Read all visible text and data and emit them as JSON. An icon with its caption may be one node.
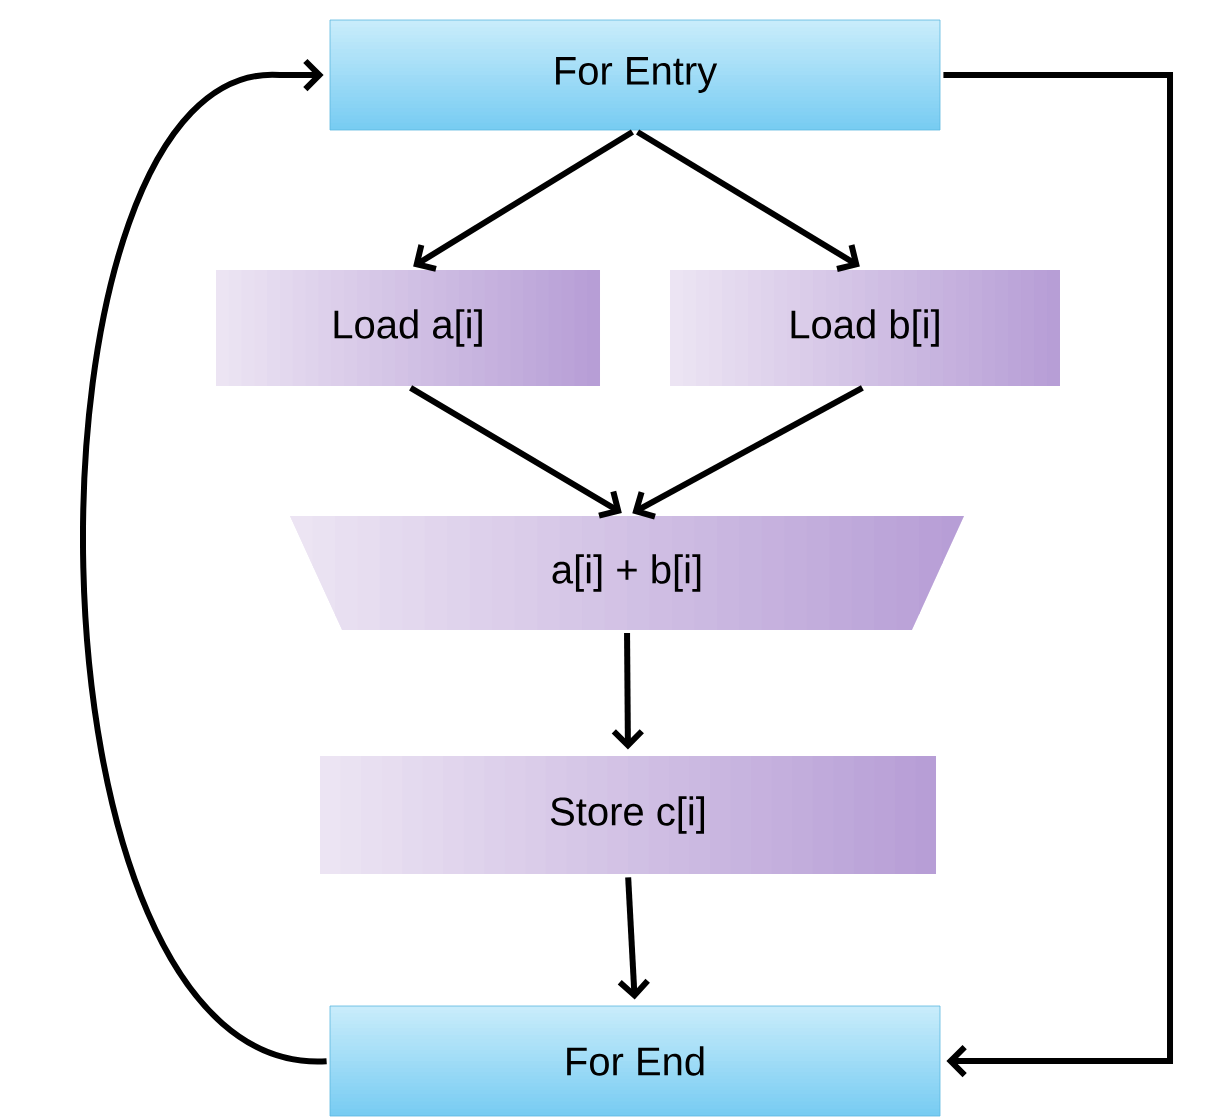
{
  "diagram": {
    "nodes": [
      {
        "text": [
          "For Entry"
        ]
      },
      {
        "text": [
          "Load a[i]"
        ]
      },
      {
        "text": [
          "Load b[i]"
        ]
      },
      {
        "text": [
          "a[i] + b[i]"
        ]
      },
      {
        "text": [
          "Store c[i]"
        ]
      },
      {
        "text": [
          "For End"
        ]
      }
    ],
    "edges": [
      {
        "from": 0,
        "to": 1,
        "arrow": "to"
      },
      {
        "from": 0,
        "to": 2,
        "arrow": "to"
      },
      {
        "from": 1,
        "to": 3,
        "arrow": "to"
      },
      {
        "from": 2,
        "to": 3,
        "arrow": "to"
      },
      {
        "from": 3,
        "to": 4,
        "arrow": "to"
      },
      {
        "from": 4,
        "to": 5,
        "arrow": "to"
      },
      {
        "from": 5,
        "to": 0,
        "arrow": "to"
      },
      {
        "from": 0,
        "to": 5,
        "arrow": "to"
      }
    ]
  }
}
